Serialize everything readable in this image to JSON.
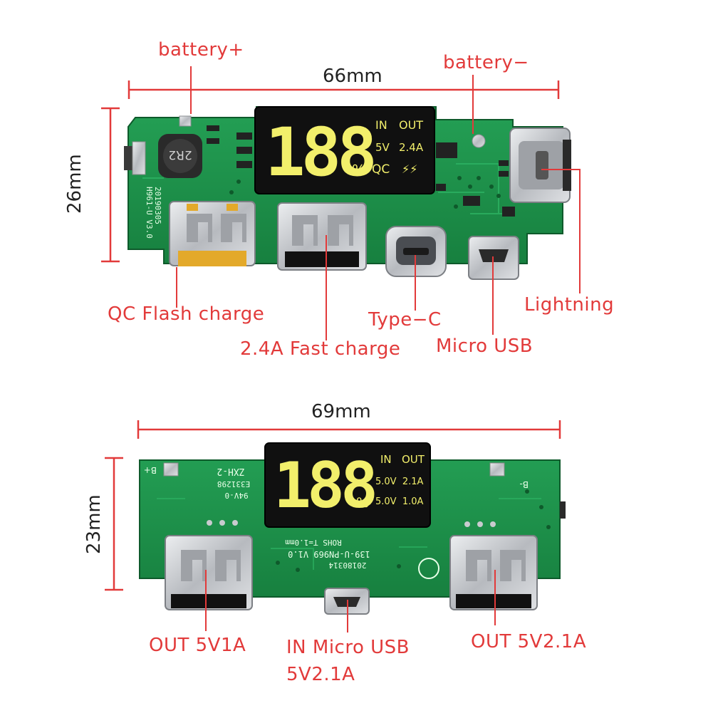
{
  "colors": {
    "annotation": "#e23a3a",
    "pcb": "#1f8f4a",
    "pcb_dark": "#146a36",
    "display_bg": "#111111",
    "segment": "#f2ef6b",
    "metal": "#c9cbcf",
    "dimension_text": "#222222"
  },
  "top_board": {
    "width_label": "66mm",
    "height_label": "26mm",
    "display": {
      "digits": "188",
      "percent": "%",
      "in_label": "IN",
      "out_label": "OUT",
      "in_value": "5V",
      "out_value": "2.4A",
      "qc_label": "QC",
      "flash_glyph": "⚡⚡"
    },
    "silkscreen": {
      "inductor": "2R2",
      "model": "H961-U V3.0",
      "date": "20190305"
    },
    "callouts": {
      "battery_plus": "battery+",
      "battery_minus": "battery−",
      "qc_flash": "QC Flash charge",
      "fast_charge": "2.4A Fast charge",
      "type_c": "Type−C",
      "micro_usb": "Micro USB",
      "lightning": "Lightning"
    }
  },
  "bottom_board": {
    "width_label": "69mm",
    "height_label": "23mm",
    "display": {
      "digits": "188",
      "percent": "%",
      "in_label": "IN",
      "out_label": "OUT",
      "row1": "5.0V  2.1A",
      "row2": "5.0V  1.0A"
    },
    "silkscreen": {
      "model": "ZXH-2",
      "cert": "E331298",
      "rating": "94V-0",
      "rohs": "ROHS  T=1.0mm",
      "part": "139-U-PN969 V1.0",
      "date": "20180314",
      "b_plus": "B+",
      "b_minus": "B-"
    },
    "callouts": {
      "out_1a": "OUT 5V1A",
      "in_micro_line1": "IN Micro USB",
      "in_micro_line2": "5V2.1A",
      "out_2a": "OUT 5V2.1A"
    }
  }
}
